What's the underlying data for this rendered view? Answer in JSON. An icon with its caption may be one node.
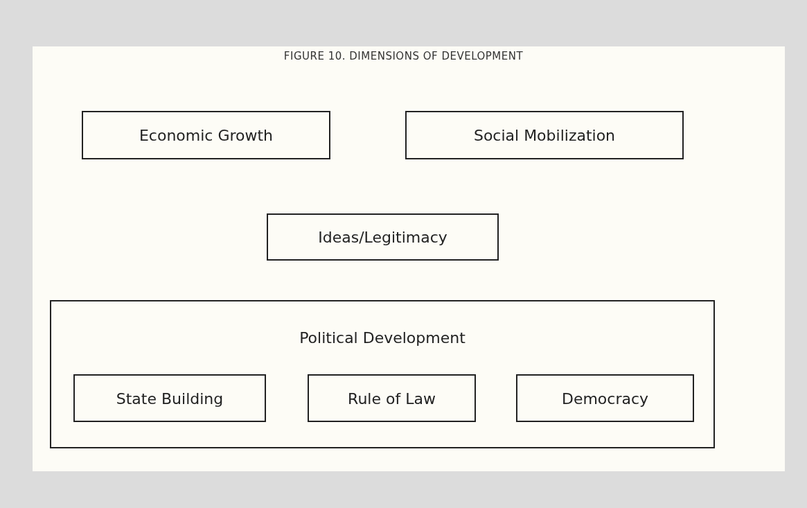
{
  "diagram": {
    "title": "FIGURE 10. DIMENSIONS OF DEVELOPMENT",
    "nodes": [
      {
        "text": [
          "Economic Growth"
        ]
      },
      {
        "text": [
          "Social Mobilization"
        ]
      },
      {
        "text": [
          "Ideas/Legitimacy"
        ]
      },
      {
        "text": [
          "Political Development"
        ]
      },
      {
        "text": [
          "State Building"
        ],
        "in": 3
      },
      {
        "text": [
          "Rule of Law"
        ],
        "in": 3
      },
      {
        "text": [
          "Democracy"
        ],
        "in": 3
      }
    ]
  }
}
